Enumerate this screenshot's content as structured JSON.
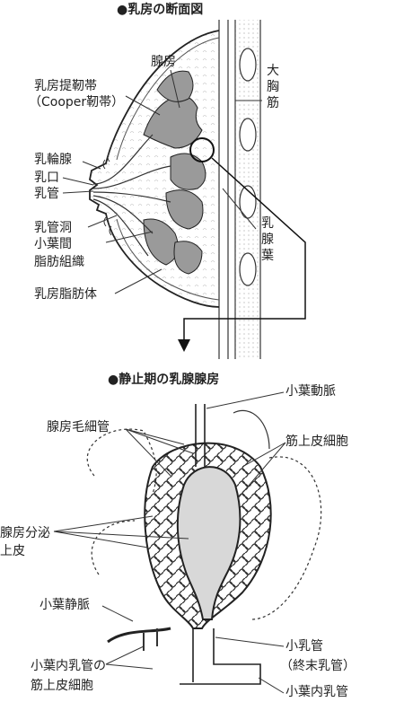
{
  "section1": {
    "title": "●乳房の断面図",
    "labels": {
      "gland_chamber": "腺房",
      "cooper_ligament_1": "乳房提靭帯",
      "cooper_ligament_2": "（Cooper靭帯）",
      "areolar_gland": "乳輪腺",
      "nipple_opening": "乳口",
      "lactiferous_duct": "乳管",
      "lactiferous_sinus": "乳管洞",
      "interlobular_fat_1": "小葉間",
      "interlobular_fat_2": "脂肪組織",
      "breast_fat_body": "乳房脂肪体",
      "pectoralis_major": "大胸筋",
      "mammary_lobe": "乳腺葉"
    }
  },
  "section2": {
    "title": "●静止期の乳腺腺房",
    "labels": {
      "lobular_artery": "小葉動脈",
      "capillaries": "腺房毛細管",
      "myoepithelial_cell": "筋上皮細胞",
      "acinar_epithelium_1": "腺房分泌",
      "acinar_epithelium_2": "上皮",
      "lobular_vein": "小葉静脈",
      "small_duct_1": "小乳管",
      "small_duct_2": "（終末乳管）",
      "intralobular_myoepithelial_1": "小葉内乳管の",
      "intralobular_myoepithelial_2": "筋上皮細胞",
      "intralobular_duct": "小葉内乳管"
    }
  }
}
